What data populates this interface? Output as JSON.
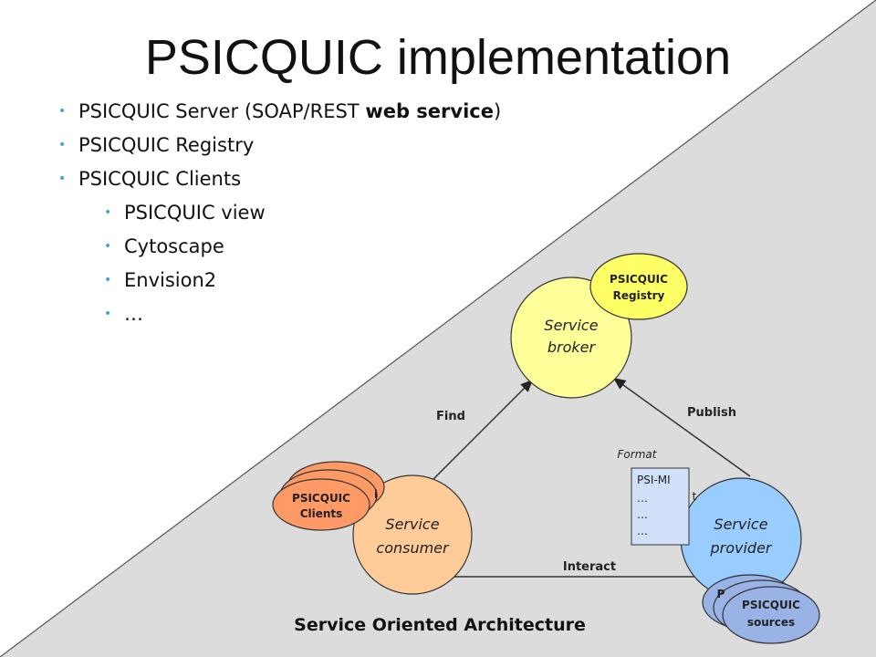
{
  "slide": {
    "title": "PSICQUIC implementation",
    "bullets": {
      "server_prefix": "PSICQUIC Server (SOAP/REST ",
      "server_bold": "web service",
      "server_suffix": ")",
      "registry": "PSICQUIC Registry",
      "clients": "PSICQUIC Clients",
      "client_list": [
        "PSICQUIC view",
        "Cytoscape",
        "Envision2",
        "…"
      ]
    },
    "footer": "Service Oriented Architecture",
    "accent_bullet_color": "#49a3d6",
    "background_triangle_color": "#dcdcdc"
  },
  "diagram": {
    "broker": {
      "label_line1": "Service",
      "label_line2": "broker",
      "color": "#ffff99"
    },
    "consumer": {
      "label_line1": "Service",
      "label_line2": "consumer",
      "color": "#ffcc99"
    },
    "provider": {
      "label_line1": "Service",
      "label_line2": "provider",
      "color": "#99ccff"
    },
    "registry": {
      "line1": "PSICQUIC",
      "line2": "Registry",
      "color": "#ffff66"
    },
    "clients": {
      "line1": "PSICQUIC",
      "line2": "Clients",
      "color": "#ff9966"
    },
    "sources": {
      "line1": "PSICQUIC",
      "line2": "sources",
      "color": "#99b3e6",
      "peek": "P"
    },
    "edges": {
      "find": "Find",
      "publish": "Publish",
      "interact": "Interact"
    },
    "format": {
      "label": "Format",
      "lines": [
        "PSI-MI",
        "…",
        "…",
        "…"
      ],
      "peek": "t"
    }
  }
}
